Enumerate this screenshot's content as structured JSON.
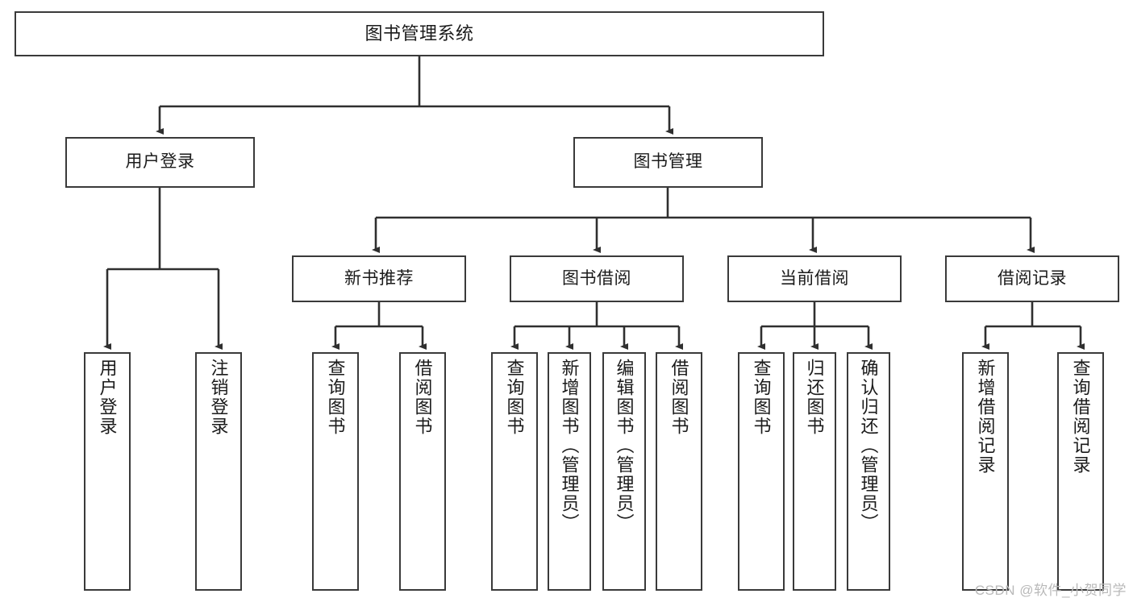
{
  "diagram": {
    "title": "图书管理系统",
    "type": "tree",
    "watermark": "CSDN @软件_小贺同学",
    "colors": {
      "box_border": "#3a3a3a",
      "box_fill": "#ffffff",
      "connector": "#2f2f2f",
      "text": "#1b1b1b",
      "watermark": "#b9b9b9"
    },
    "root": {
      "label": "图书管理系统"
    },
    "level2": [
      {
        "label": "用户登录"
      },
      {
        "label": "图书管理"
      }
    ],
    "level3": [
      {
        "label": "新书推荐"
      },
      {
        "label": "图书借阅"
      },
      {
        "label": "当前借阅"
      },
      {
        "label": "借阅记录"
      }
    ],
    "leaves": {
      "user_login": [
        {
          "label": "用户登录"
        },
        {
          "label": "注销登录"
        }
      ],
      "new_book_recommend": [
        {
          "label": "查询图书"
        },
        {
          "label": "借阅图书"
        }
      ],
      "book_borrow": [
        {
          "label": "查询图书"
        },
        {
          "label": "新增图书（管理员）"
        },
        {
          "label": "编辑图书（管理员）"
        },
        {
          "label": "借阅图书"
        }
      ],
      "current_borrow": [
        {
          "label": "查询图书"
        },
        {
          "label": "归还图书"
        },
        {
          "label": "确认归还（管理员）"
        }
      ],
      "borrow_record": [
        {
          "label": "新增借阅记录"
        },
        {
          "label": "查询借阅记录"
        }
      ]
    }
  }
}
